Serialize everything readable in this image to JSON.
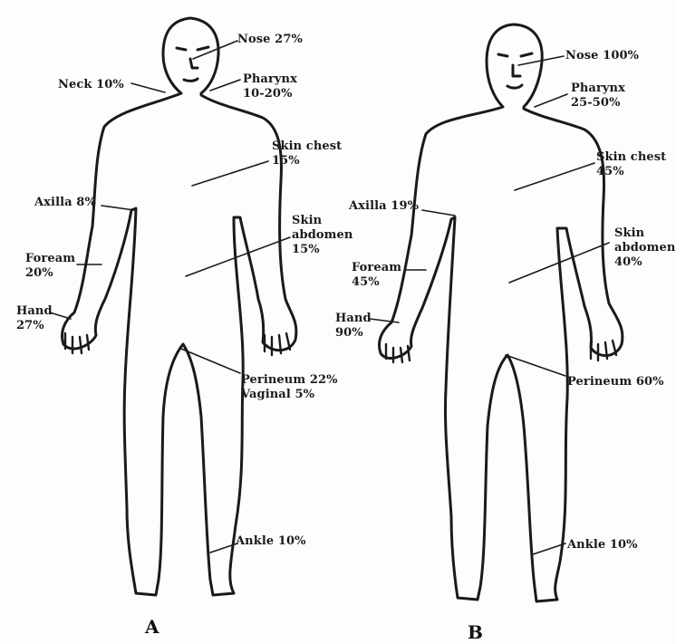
{
  "figure_a": {
    "letter": "A",
    "labels": {
      "nose": "Nose 27%",
      "neck": "Neck 10%",
      "pharynx": "Pharynx\n10-20%",
      "skin_chest": "Skin chest\n15%",
      "axilla": "Axilla 8%",
      "skin_abdomen": "Skin\nabdomen\n15%",
      "forearm": "Foream\n20%",
      "hand": "Hand\n27%",
      "perineum": "Perineum 22%\nVaginal 5%",
      "ankle": "Ankle 10%"
    }
  },
  "figure_b": {
    "letter": "B",
    "labels": {
      "nose": "Nose 100%",
      "pharynx": "Pharynx\n25-50%",
      "skin_chest": "Skin chest\n45%",
      "axilla": "Axilla 19%",
      "skin_abdomen": "Skin\nabdomen\n40%",
      "forearm": "Foream\n45%",
      "hand": "Hand\n90%",
      "perineum": "Perineum 60%",
      "ankle": "Ankle 10%"
    }
  },
  "colors": {
    "ink": "#1a1a1a",
    "paper": "#fdfdfb"
  }
}
